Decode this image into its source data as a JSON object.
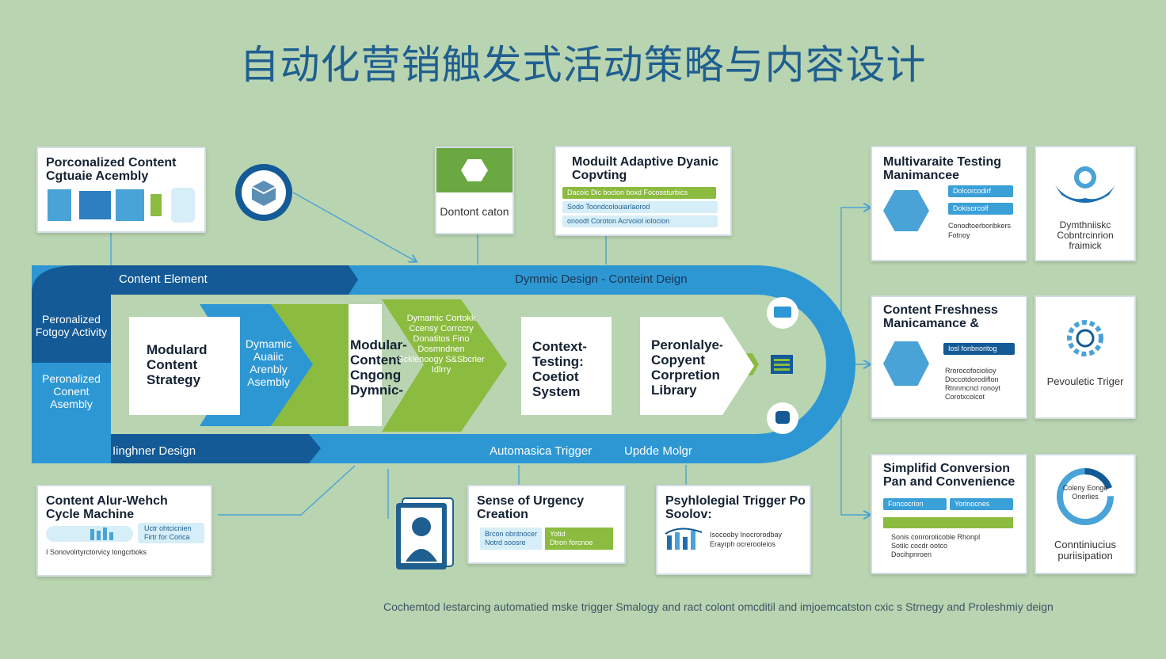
{
  "title": "自动化营销触发式活动策略与内容设计",
  "top_cards": {
    "personalized": {
      "title": "Porconalized Content Cgtuaie Acembly"
    },
    "content_caton": {
      "title": "Dontont caton"
    },
    "modular": {
      "title": "Moduilt Adaptive Dyanic Copvting",
      "lines": [
        "Dacoic Dic boclon boxd  Focossturbics",
        "Sodo  Toondcolouiarlaorod",
        "onoodt  Coroton Acrvoiol iolocion"
      ]
    }
  },
  "band": {
    "top_left": "Content Element",
    "top_right": "Dymmic Design - Conteint Deign",
    "bottom_left": "Iinghner Design",
    "bottom_mid": "Automasica Trigger",
    "bottom_right": "Updde Molgr"
  },
  "left_tabs": {
    "activity": "Peronalized Fotgoy Activity",
    "assembly": "Peronalized Conent Asembly"
  },
  "steps": {
    "modular_strategy": "Modulard Content Strategy",
    "dynamic_assembly": "Dymamic Auaiic Arenbly Asembly",
    "modular_ongong": "Modular-Content Cngong Dymnic-",
    "dynamic_list": "Dymamic Cortokk Ccensy Corrccry Donatitos Fino Dosmndnen Scklenoogy S&Sbcrier Idlrry",
    "context_testing": "Context-Testing: Coetiot System",
    "copyent_library": "Peronlalye-Copyent Corpretion Library"
  },
  "right_cards": {
    "multivariate": {
      "title": "Multivaraite Testing Manimancee",
      "pills": [
        "Dolcorcodirf",
        "Dokisorcolf"
      ],
      "bullets": [
        "Conodtoerboribkers",
        "Fotnoy"
      ]
    },
    "dynamistic": {
      "label": "Dymthniiskc Cobntrcinrion fraimick"
    },
    "freshness": {
      "title": "Content Freshness Manicamance &",
      "pill": "Iosl fonbnoritog",
      "bullets": [
        "Rrorocofociolioy",
        "Doccotdorodiflon",
        "Rtnnmcncl ronoyt",
        "Corotxcolcot"
      ]
    },
    "pevoulistic": {
      "label": "Pevouletic Triger"
    },
    "simplified": {
      "title": "Simplifid Conversion Pan and Convenience",
      "pills": [
        "Foncocrion",
        "Yorinocnes"
      ],
      "bullets": [
        "Sonis conrorolicoble  Rhonpl",
        "Sotilc cocdr ootco",
        "Docihpnroen"
      ]
    },
    "continuous": {
      "ring": "Coleny Eonge Onerlies",
      "label": "Conntiniucius puriisipation"
    }
  },
  "bottom_cards": {
    "content_alert": {
      "title": "Content Alur-Wehch Cycle Machine",
      "lines": [
        "Uctr ohtcicnien",
        "Firtr for Corica"
      ],
      "footer": "I Sonovolrtyrctorvicy longcrboks"
    },
    "urgency": {
      "title": "Sense of Urgency Creation",
      "lines": [
        "Brcon obntnocer",
        "Notrd soosre",
        "Yotid",
        "Dtron forcnoe"
      ]
    },
    "psych": {
      "title": "Psyhlolegial Trigger Po Soolov:",
      "lines": [
        "Isocooby Inocrorodbay",
        "Erayrph  ocrerooleios"
      ]
    }
  },
  "footer": "Cochemtod lestarcing automatied mske trigger Smalogy and ract colont omcditil and imjoemcatston cxic s Strnegy and Proleshmiy deign",
  "colors": {
    "background": "#b9d4b0",
    "dark_blue": "#135a96",
    "mid_blue": "#2d97d4",
    "green": "#8bbb3f",
    "title": "#1f5f8f"
  }
}
